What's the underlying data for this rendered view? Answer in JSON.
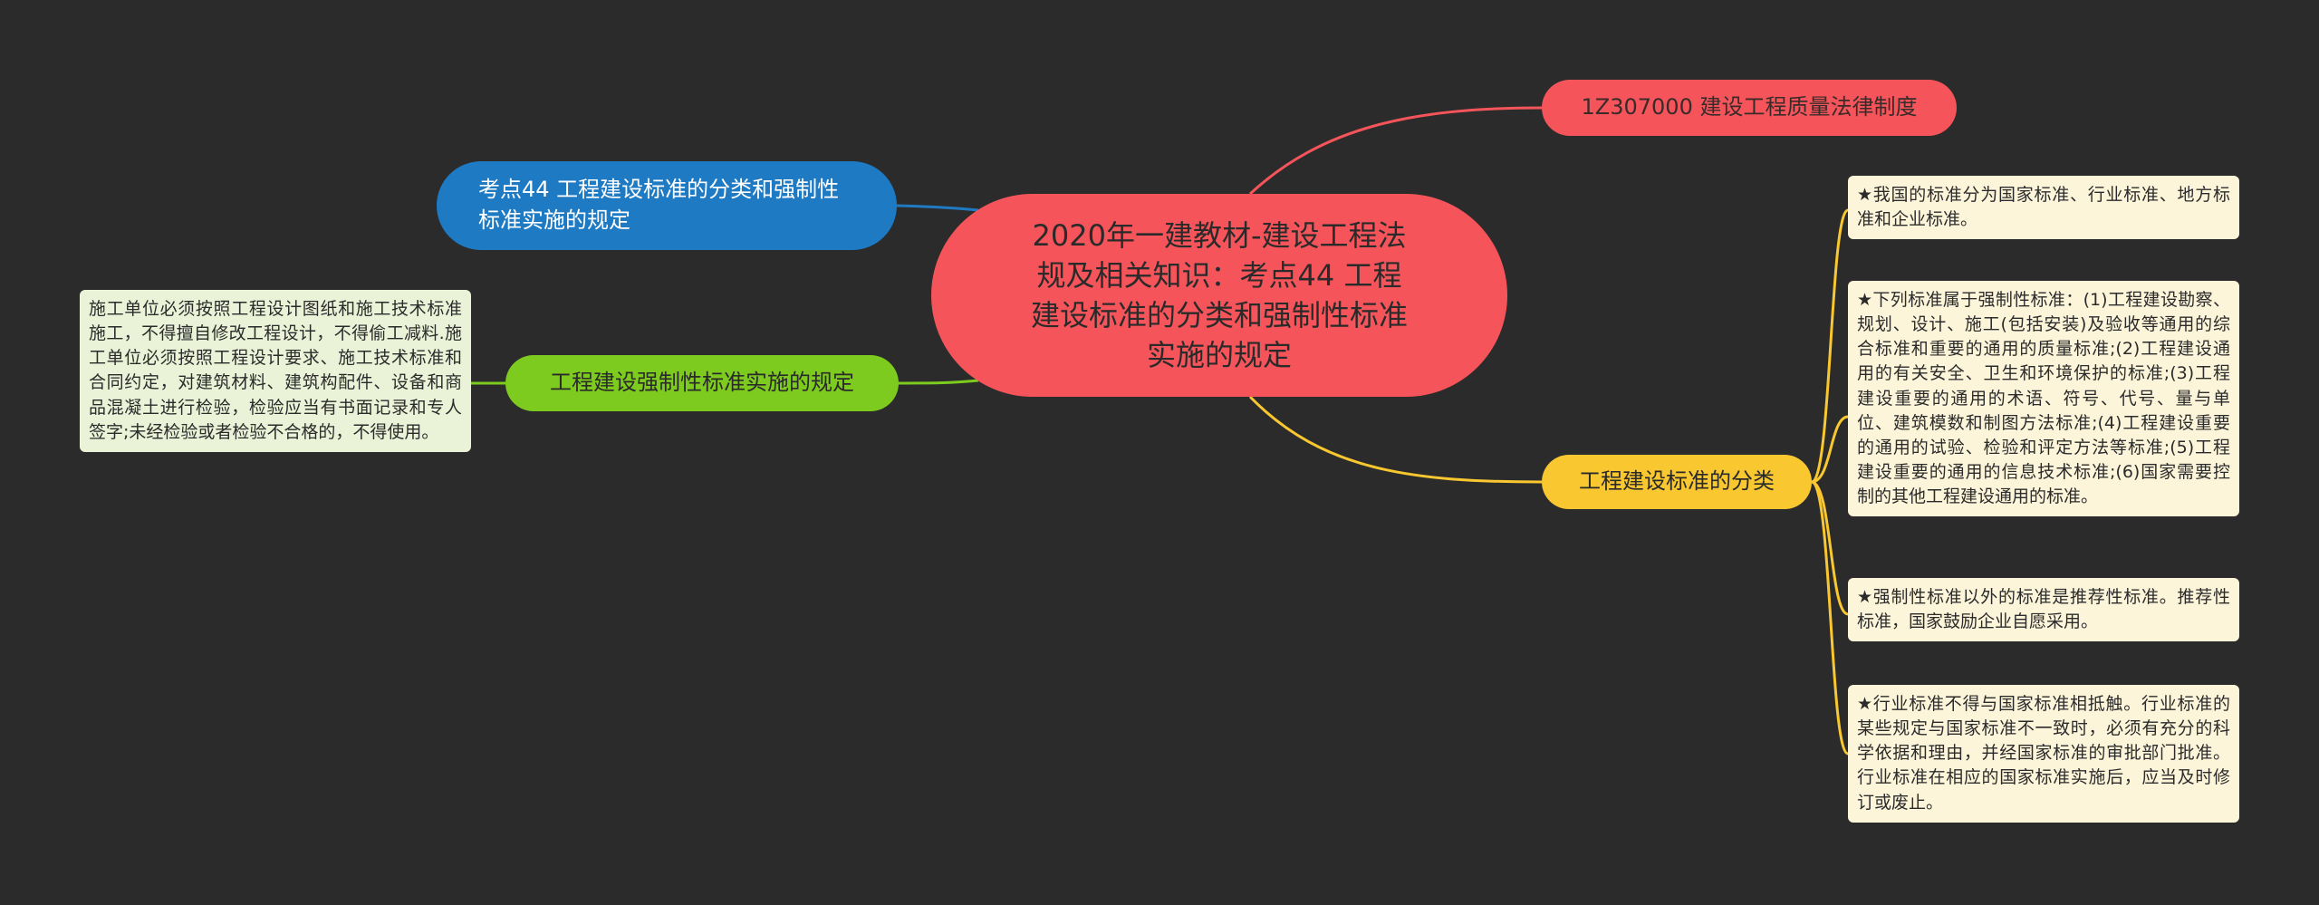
{
  "central": "2020年一建教材-建设工程法规及相关知识：考点44 工程建设标准的分类和强制性标准实施的规定",
  "branches": {
    "top": "1Z307000 建设工程质量法律制度",
    "kaodian": "考点44 工程建设标准的分类和强制性标准实施的规定",
    "qiangzhi": "工程建设强制性标准实施的规定",
    "fenlei": "工程建设标准的分类"
  },
  "notes": {
    "qiangzhi": "施工单位必须按照工程设计图纸和施工技术标准施工，不得擅自修改工程设计，不得偷工减料.施工单位必须按照工程设计要求、施工技术标准和合同约定，对建筑材料、建筑构配件、设备和商品混凝土进行检验，检验应当有书面记录和专人签字;未经检验或者检验不合格的，不得使用。",
    "fenlei": [
      "★我国的标准分为国家标准、行业标准、地方标准和企业标准。",
      "★下列标准属于强制性标准：(1)工程建设勘察、规划、设计、施工(包括安装)及验收等通用的综合标准和重要的通用的质量标准;(2)工程建设通用的有关安全、卫生和环境保护的标准;(3)工程建设重要的通用的术语、符号、代号、量与单位、建筑模数和制图方法标准;(4)工程建设重要的通用的试验、检验和评定方法等标准;(5)工程建设重要的通用的信息技术标准;(6)国家需要控制的其他工程建设通用的标准。",
      "★强制性标准以外的标准是推荐性标准。推荐性标准，国家鼓励企业自愿采用。",
      "★行业标准不得与国家标准相抵触。行业标准的某些规定与国家标准不一致时，必须有充分的科学依据和理由，并经国家标准的审批部门批准。行业标准在相应的国家标准实施后，应当及时修订或废止。"
    ]
  },
  "colors": {
    "background": "#2b2b2b",
    "central": "#f5555a",
    "top": "#f5555a",
    "kaodian": "#1f7ac4",
    "qiangzhi": "#7ecb1f",
    "fenlei": "#f9c730"
  }
}
